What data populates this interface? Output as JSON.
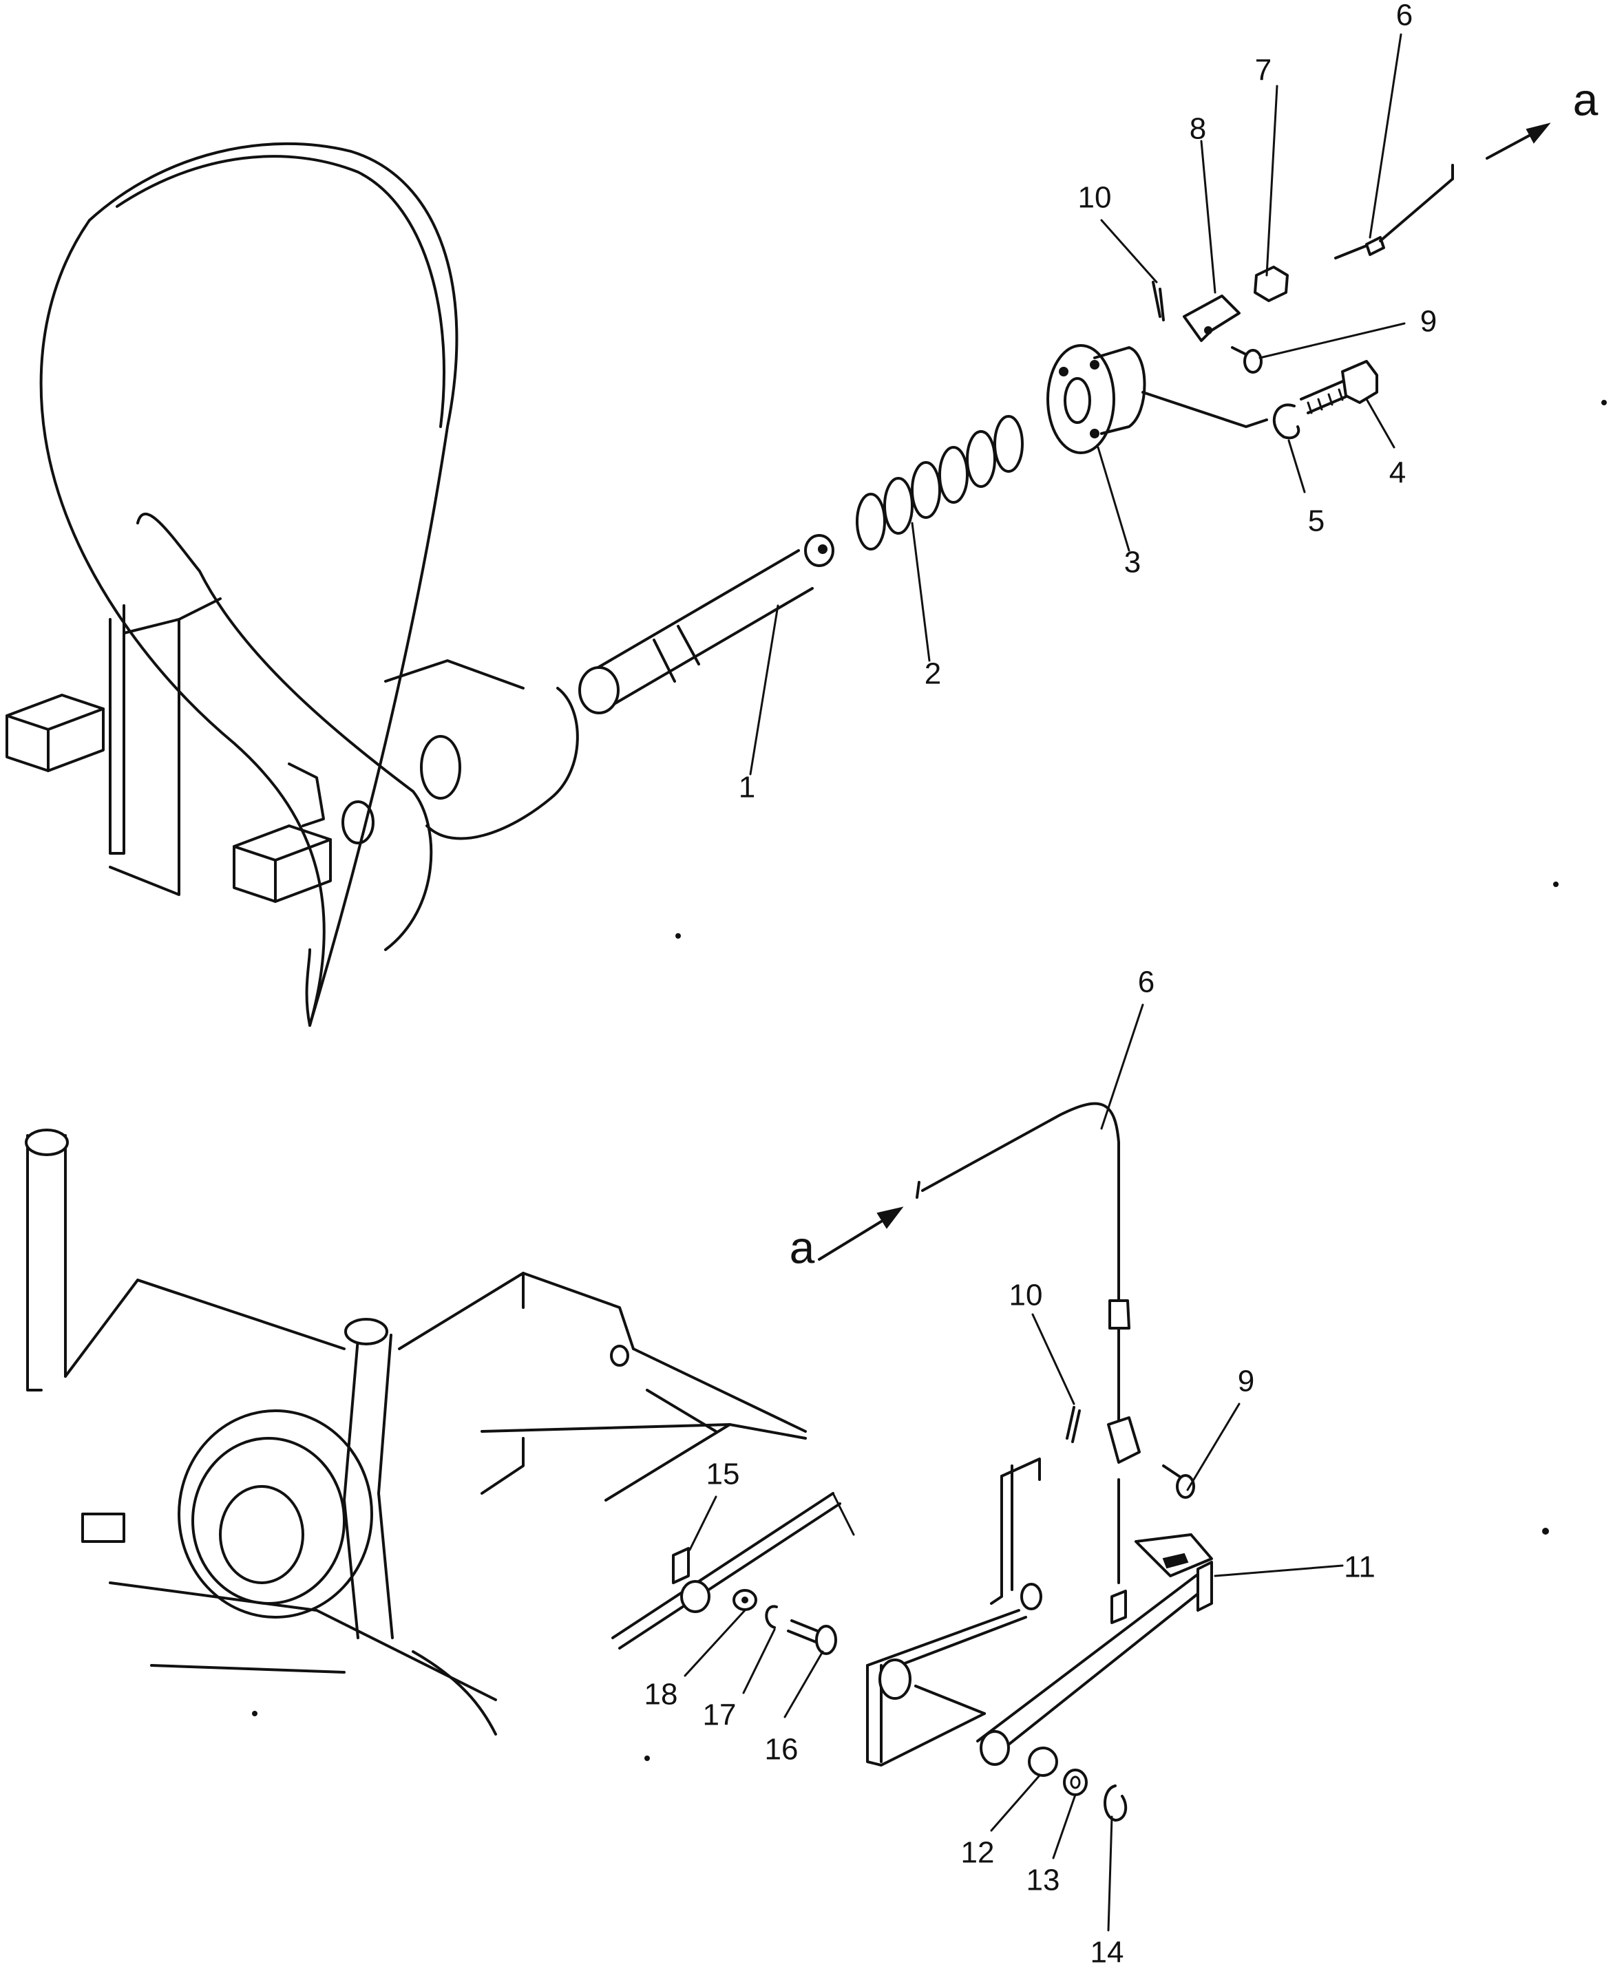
{
  "diagram": {
    "callouts": [
      {
        "id": "c1",
        "label": "1"
      },
      {
        "id": "c2",
        "label": "2"
      },
      {
        "id": "c3",
        "label": "3"
      },
      {
        "id": "c4",
        "label": "4"
      },
      {
        "id": "c5",
        "label": "5"
      },
      {
        "id": "c6a",
        "label": "6"
      },
      {
        "id": "c7",
        "label": "7"
      },
      {
        "id": "c8",
        "label": "8"
      },
      {
        "id": "c9a",
        "label": "9"
      },
      {
        "id": "c10a",
        "label": "10"
      },
      {
        "id": "c6b",
        "label": "6"
      },
      {
        "id": "c9b",
        "label": "9"
      },
      {
        "id": "c10b",
        "label": "10"
      },
      {
        "id": "c11",
        "label": "11"
      },
      {
        "id": "c12",
        "label": "12"
      },
      {
        "id": "c13",
        "label": "13"
      },
      {
        "id": "c14",
        "label": "14"
      },
      {
        "id": "c15",
        "label": "15"
      },
      {
        "id": "c16",
        "label": "16"
      },
      {
        "id": "c17",
        "label": "17"
      },
      {
        "id": "c18",
        "label": "18"
      }
    ],
    "refs": [
      {
        "id": "ref-top",
        "label": "a"
      },
      {
        "id": "ref-bottom",
        "label": "a"
      }
    ]
  }
}
